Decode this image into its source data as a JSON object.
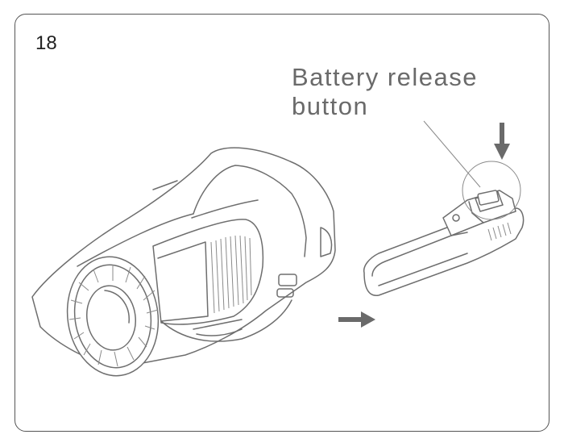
{
  "step": {
    "number": "18"
  },
  "callout": {
    "line1": "Battery release",
    "line2": "button"
  },
  "colors": {
    "line": "#6e6e6e",
    "arrow": "#6a6a6a",
    "text": "#6a6a6a",
    "border": "#555555"
  },
  "icons": {
    "insert_arrow": "arrow-right-icon",
    "press_arrow": "arrow-down-icon"
  }
}
